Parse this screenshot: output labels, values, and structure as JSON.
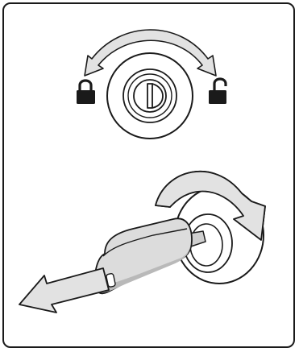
{
  "figure": {
    "top_panel": {
      "subject": "lock-cylinder",
      "rotation": "both-directions",
      "left_symbol": "locked-padlock-icon",
      "right_symbol": "unlocked-padlock-icon"
    },
    "bottom_panel": {
      "subject": "key-in-lock-cylinder",
      "rotation": "clockwise",
      "action": "pull-key-out"
    },
    "colors": {
      "line": "#1a1a1a",
      "arrow_fill": "#e2e2e2",
      "key_fill": "#dcdcdc",
      "key_dark": "#b9b9b9",
      "background": "#ffffff"
    }
  }
}
